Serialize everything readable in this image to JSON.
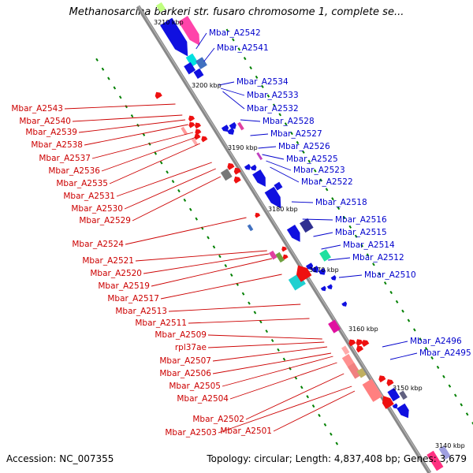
{
  "title": "Methanosarcina barkeri str. fusaro chromosome 1, complete se...",
  "accession": "Accession: NC_007355",
  "summary": "Topology: circular; Length: 4,837,408 bp; Genes: 3,679",
  "colors": {
    "backbone": "#888888",
    "right_labels": "#0000cc",
    "left_labels": "#cc0000",
    "tick_marks": "#008000"
  },
  "scale_labels": [
    "3210 kbp",
    "3200 kbp",
    "3190 kbp",
    "3180 kbp",
    "3170 kbp",
    "3160 kbp",
    "3150 kbp",
    "3140 kbp"
  ],
  "right_genes": [
    "Mbar_A2542",
    "Mbar_A2541",
    "Mbar_A2534",
    "Mbar_A2533",
    "Mbar_A2532",
    "Mbar_A2528",
    "Mbar_A2527",
    "Mbar_A2526",
    "Mbar_A2525",
    "Mbar_A2523",
    "Mbar_A2522",
    "Mbar_A2518",
    "Mbar_A2516",
    "Mbar_A2515",
    "Mbar_A2514",
    "Mbar_A2512",
    "Mbar_A2510",
    "Mbar_A2496",
    "Mbar_A2495"
  ],
  "left_genes": [
    "Mbar_A2543",
    "Mbar_A2540",
    "Mbar_A2539",
    "Mbar_A2538",
    "Mbar_A2537",
    "Mbar_A2536",
    "Mbar_A2535",
    "Mbar_A2531",
    "Mbar_A2530",
    "Mbar_A2529",
    "Mbar_A2524",
    "Mbar_A2521",
    "Mbar_A2520",
    "Mbar_A2519",
    "Mbar_A2517",
    "Mbar_A2513",
    "Mbar_A2511",
    "Mbar_A2509",
    "rpl37ae",
    "Mbar_A2507",
    "Mbar_A2506",
    "Mbar_A2505",
    "Mbar_A2504",
    "Mbar_A2502",
    "Mbar_A2503",
    "Mbar_A2501"
  ]
}
